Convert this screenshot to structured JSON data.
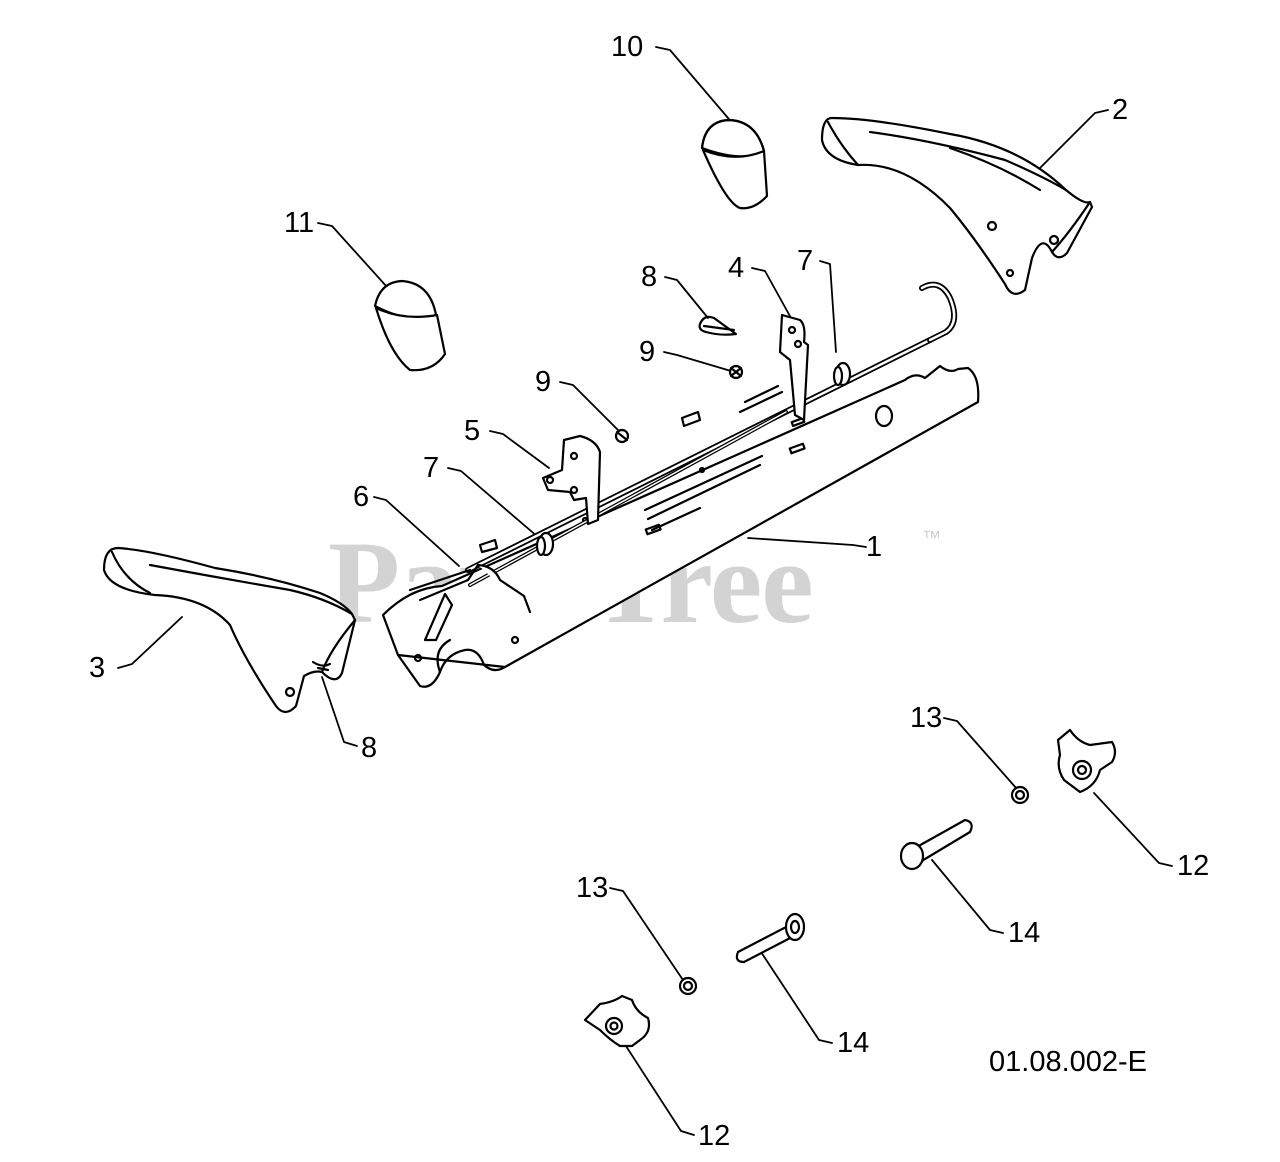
{
  "diagram": {
    "doc_code": "01.08.002-E",
    "watermark": "PartsTree",
    "trademark": "™",
    "callouts": [
      "10",
      "2",
      "11",
      "8",
      "4",
      "7",
      "9",
      "9",
      "5",
      "7",
      "6",
      "1",
      "3",
      "8",
      "13",
      "12",
      "14",
      "13",
      "14",
      "12"
    ]
  },
  "colors": {
    "line": "#000000",
    "part_fill": "#ffffff",
    "watermark": "#d3d3d3"
  }
}
